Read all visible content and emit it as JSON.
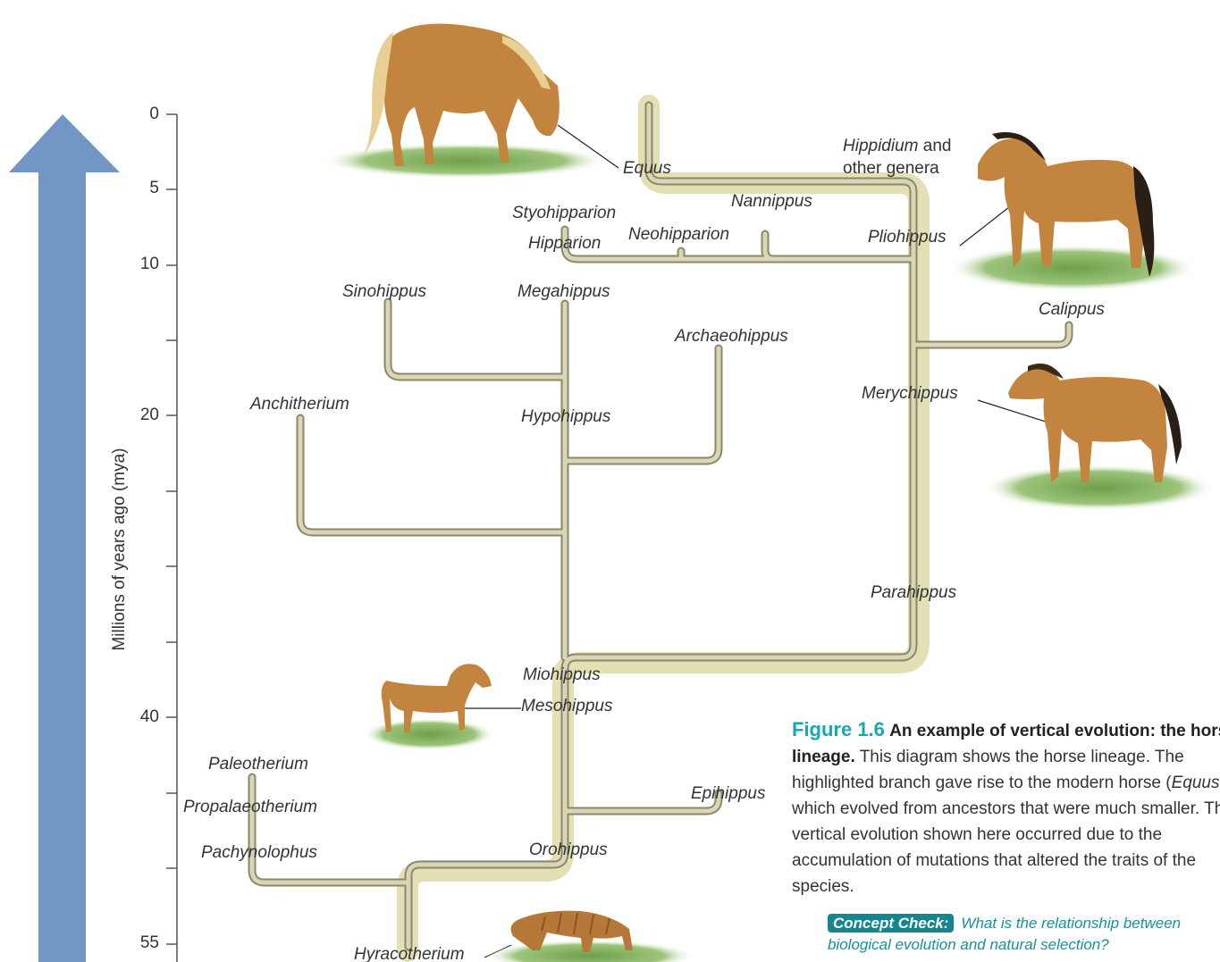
{
  "axis": {
    "title": "Millions of years ago (mya)",
    "ticks": [
      "0",
      "5",
      "10",
      "20",
      "40",
      "55"
    ]
  },
  "genera": {
    "equus": "Equus",
    "hippidium": "Hippidium",
    "hippidium_and": "and",
    "other_genera": "other genera",
    "nannippus": "Nannippus",
    "styohipparion": "Styohipparion",
    "neohipparion": "Neohipparion",
    "hipparion": "Hipparion",
    "pliohippus": "Pliohippus",
    "sinohippus": "Sinohippus",
    "megahippus": "Megahippus",
    "calippus": "Calippus",
    "archaeohippus": "Archaeohippus",
    "merychippus": "Merychippus",
    "anchitherium": "Anchitherium",
    "hypohippus": "Hypohippus",
    "parahippus": "Parahippus",
    "miohippus": "Miohippus",
    "mesohippus": "Mesohippus",
    "paleotherium": "Paleotherium",
    "epihippus": "Epihippus",
    "propalaeotherium": "Propalaeotherium",
    "orohippus": "Orohippus",
    "pachynolophus": "Pachynolophus",
    "hyracotherium": "Hyracotherium"
  },
  "caption": {
    "figure_number": "Figure 1.6",
    "title": "An example of vertical evolution: the horse lineage.",
    "text_1": "This diagram shows the horse lineage. The highlighted branch gave rise to the modern horse (",
    "text_italic": "Equus",
    "text_2": "), which evolved from ancestors that were much smaller. The vertical evolution shown here occurred due to the accumulation of mutations that altered the traits of the species."
  },
  "concept_check": {
    "badge": "Concept Check:",
    "question": "What is the relationship between biological evolution and natural selection?"
  },
  "colors": {
    "arrow": "#7196c4",
    "branch": "#c9c7a8",
    "branch_outline": "#8a8866",
    "highlight": "#e2e0b4",
    "horse": "#c2843f",
    "grass": "#7fae5c",
    "caption_accent": "#1aa6b3"
  }
}
